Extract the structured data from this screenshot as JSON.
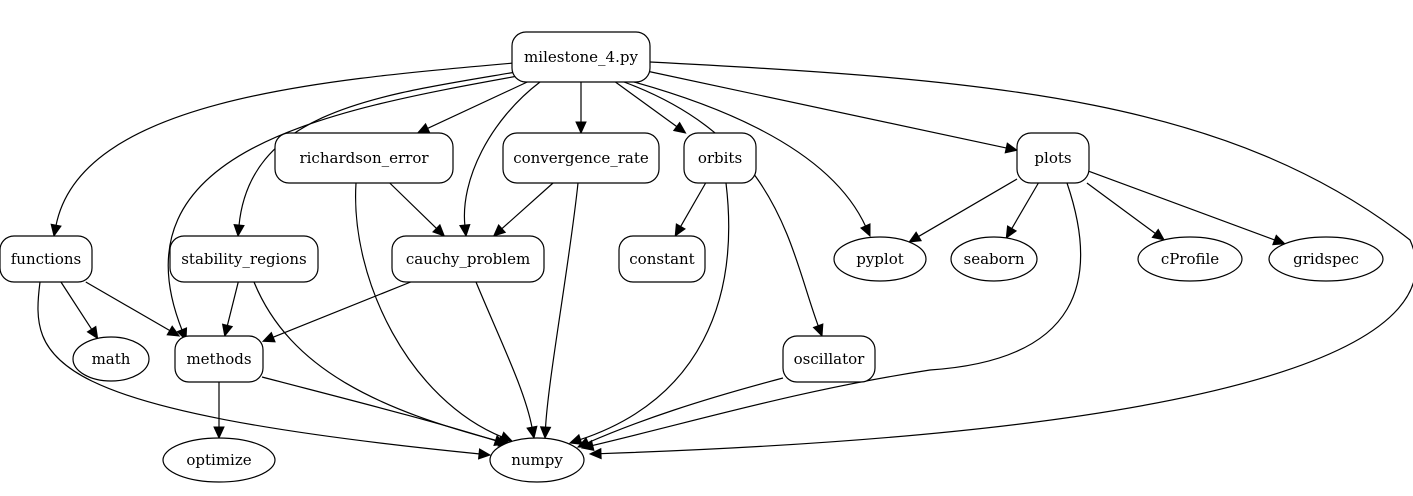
{
  "diagram": {
    "nodes": [
      {
        "id": "milestone",
        "label": "milestone_4.py",
        "shape": "module"
      },
      {
        "id": "richardson",
        "label": "richardson_error",
        "shape": "module"
      },
      {
        "id": "convergence",
        "label": "convergence_rate",
        "shape": "module"
      },
      {
        "id": "orbits",
        "label": "orbits",
        "shape": "module"
      },
      {
        "id": "plots",
        "label": "plots",
        "shape": "module"
      },
      {
        "id": "functions",
        "label": "functions",
        "shape": "module"
      },
      {
        "id": "stability",
        "label": "stability_regions",
        "shape": "module"
      },
      {
        "id": "cauchy",
        "label": "cauchy_problem",
        "shape": "module"
      },
      {
        "id": "constant",
        "label": "constant",
        "shape": "module"
      },
      {
        "id": "pyplot",
        "label": "pyplot",
        "shape": "library"
      },
      {
        "id": "seaborn",
        "label": "seaborn",
        "shape": "library"
      },
      {
        "id": "cprofile",
        "label": "cProfile",
        "shape": "library"
      },
      {
        "id": "gridspec",
        "label": "gridspec",
        "shape": "library"
      },
      {
        "id": "math",
        "label": "math",
        "shape": "library"
      },
      {
        "id": "methods",
        "label": "methods",
        "shape": "module"
      },
      {
        "id": "oscillator",
        "label": "oscillator",
        "shape": "module"
      },
      {
        "id": "optimize",
        "label": "optimize",
        "shape": "library"
      },
      {
        "id": "numpy",
        "label": "numpy",
        "shape": "library"
      }
    ],
    "edges": [
      {
        "from": "milestone",
        "to": "richardson"
      },
      {
        "from": "milestone",
        "to": "convergence"
      },
      {
        "from": "milestone",
        "to": "orbits"
      },
      {
        "from": "milestone",
        "to": "plots"
      },
      {
        "from": "milestone",
        "to": "functions"
      },
      {
        "from": "milestone",
        "to": "stability"
      },
      {
        "from": "milestone",
        "to": "cauchy"
      },
      {
        "from": "milestone",
        "to": "methods"
      },
      {
        "from": "milestone",
        "to": "pyplot"
      },
      {
        "from": "milestone",
        "to": "oscillator"
      },
      {
        "from": "milestone",
        "to": "numpy"
      },
      {
        "from": "richardson",
        "to": "cauchy"
      },
      {
        "from": "richardson",
        "to": "numpy"
      },
      {
        "from": "convergence",
        "to": "cauchy"
      },
      {
        "from": "convergence",
        "to": "numpy"
      },
      {
        "from": "orbits",
        "to": "constant"
      },
      {
        "from": "orbits",
        "to": "numpy"
      },
      {
        "from": "plots",
        "to": "pyplot"
      },
      {
        "from": "plots",
        "to": "seaborn"
      },
      {
        "from": "plots",
        "to": "cprofile"
      },
      {
        "from": "plots",
        "to": "gridspec"
      },
      {
        "from": "plots",
        "to": "numpy"
      },
      {
        "from": "functions",
        "to": "math"
      },
      {
        "from": "functions",
        "to": "methods"
      },
      {
        "from": "functions",
        "to": "numpy"
      },
      {
        "from": "stability",
        "to": "methods"
      },
      {
        "from": "stability",
        "to": "numpy"
      },
      {
        "from": "cauchy",
        "to": "methods"
      },
      {
        "from": "cauchy",
        "to": "numpy"
      },
      {
        "from": "methods",
        "to": "optimize"
      },
      {
        "from": "methods",
        "to": "numpy"
      },
      {
        "from": "oscillator",
        "to": "numpy"
      }
    ]
  }
}
